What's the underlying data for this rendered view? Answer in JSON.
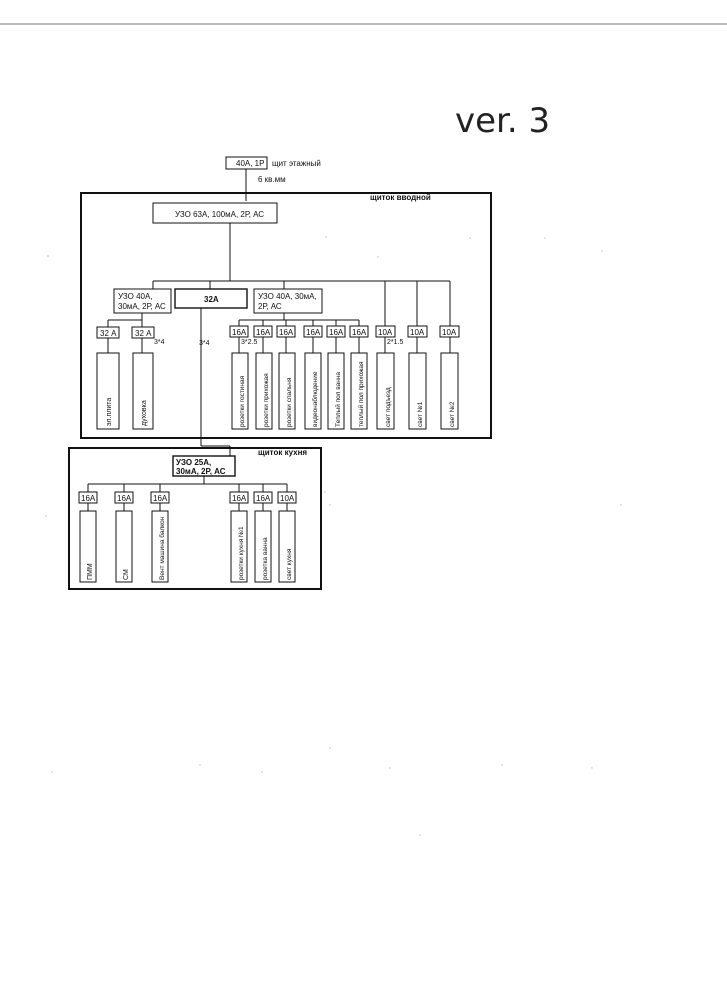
{
  "version_note": "ver. 3",
  "top": {
    "breaker": "40А, 1Р",
    "caption": "щит этажный",
    "cable": "6 кв.мм"
  },
  "input_panel": {
    "title": "щиток вводной",
    "main_rcd": "УЗО 63А, 100мА, 2Р, АС",
    "rcd_left_line1": "УЗО 40А,",
    "rcd_left_line2": "30мА, 2Р, АС",
    "breaker_mid": "32А",
    "rcd_right_line1": "УЗО 40А, 30мА,",
    "rcd_right_line2": "2Р, АС",
    "left_breakers": [
      "32 А",
      "32 А"
    ],
    "left_loads": [
      "эл.плита",
      "духовка"
    ],
    "wire_left": "3*4",
    "wire_mid": "3*4",
    "right_breakers": [
      "16А",
      "16А",
      "16А",
      "16А",
      "16А",
      "16А"
    ],
    "right_loads": [
      "розетки гостиная",
      "розетки прихожая",
      "розетки спальня",
      "видеонаблюдение",
      "Теплый пол ванна",
      "теплый пол прихожая"
    ],
    "wire_right": "3*2.5",
    "light_breakers": [
      "10А",
      "10А",
      "10А"
    ],
    "light_loads": [
      "свет подъезд",
      "свет №1",
      "свет №2"
    ],
    "wire_light": "2*1.5"
  },
  "kitchen_panel": {
    "title": "щиток кухня",
    "rcd_line1": "УЗО 25А,",
    "rcd_line2": "30мА, 2Р, АС",
    "breakers": [
      "16А",
      "16А",
      "16А",
      "16А",
      "16А",
      "10А"
    ],
    "loads": [
      "ПММ",
      "СМ",
      "Вент машина балкон",
      "розетки кухня №1",
      "розетка ванна",
      "свет кухня"
    ]
  }
}
